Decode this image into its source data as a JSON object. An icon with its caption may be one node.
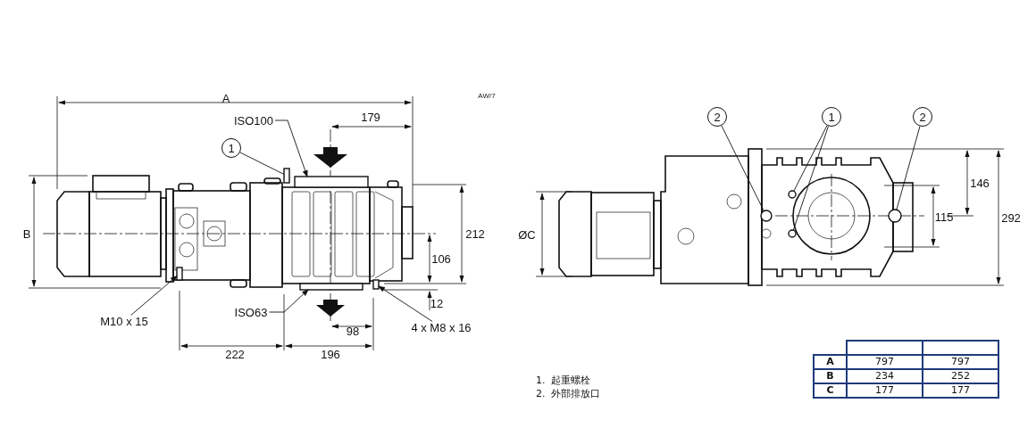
{
  "diagram": {
    "nodes": [
      {
        "text": [
          "1"
        ]
      },
      {
        "text": [
          "ISO100"
        ]
      },
      {
        "text": [
          "ISO63"
        ]
      },
      {
        "text": [
          "M10 x 15"
        ]
      },
      {
        "text": [
          "4 x M8 x 16"
        ]
      },
      {
        "text": [
          "2"
        ]
      },
      {
        "text": [
          "1"
        ]
      },
      {
        "text": [
          "2"
        ]
      },
      {
        "text": [],
        "shape": "box"
      },
      {
        "text": [],
        "shape": "box"
      },
      {
        "text": [],
        "shape": "box"
      },
      {
        "text": [],
        "shape": "box"
      },
      {
        "text": [],
        "shape": "box"
      },
      {
        "text": [],
        "shape": "circle"
      },
      {
        "text": [],
        "shape": "circle"
      },
      {
        "text": [],
        "shape": "circle"
      },
      {
        "text": [],
        "shape": "circle"
      }
    ],
    "edges": [
      {
        "from": 0,
        "to": 8,
        "arrow": "none"
      },
      {
        "from": 1,
        "to": 9,
        "arrow": "to"
      },
      {
        "from": 2,
        "to": 10,
        "arrow": "to"
      },
      {
        "from": 3,
        "to": 11,
        "arrow": "to"
      },
      {
        "from": 4,
        "to": 12,
        "arrow": "to"
      },
      {
        "from": 5,
        "to": 13,
        "arrow": "none"
      },
      {
        "from": 6,
        "to": 14,
        "arrow": "none"
      },
      {
        "from": 6,
        "to": 15,
        "arrow": "none"
      },
      {
        "from": 7,
        "to": 16,
        "arrow": "none"
      }
    ],
    "labels": [
      "A",
      "AW/7",
      "179",
      "146",
      "B",
      "212",
      "ØC",
      "115",
      "292",
      "106",
      "12",
      "98",
      "222",
      "196",
      "1.  起重螺栓",
      "2.  外部排放口",
      "A",
      "797",
      "797",
      "B",
      "234",
      "252",
      "C",
      "177",
      "177"
    ]
  }
}
